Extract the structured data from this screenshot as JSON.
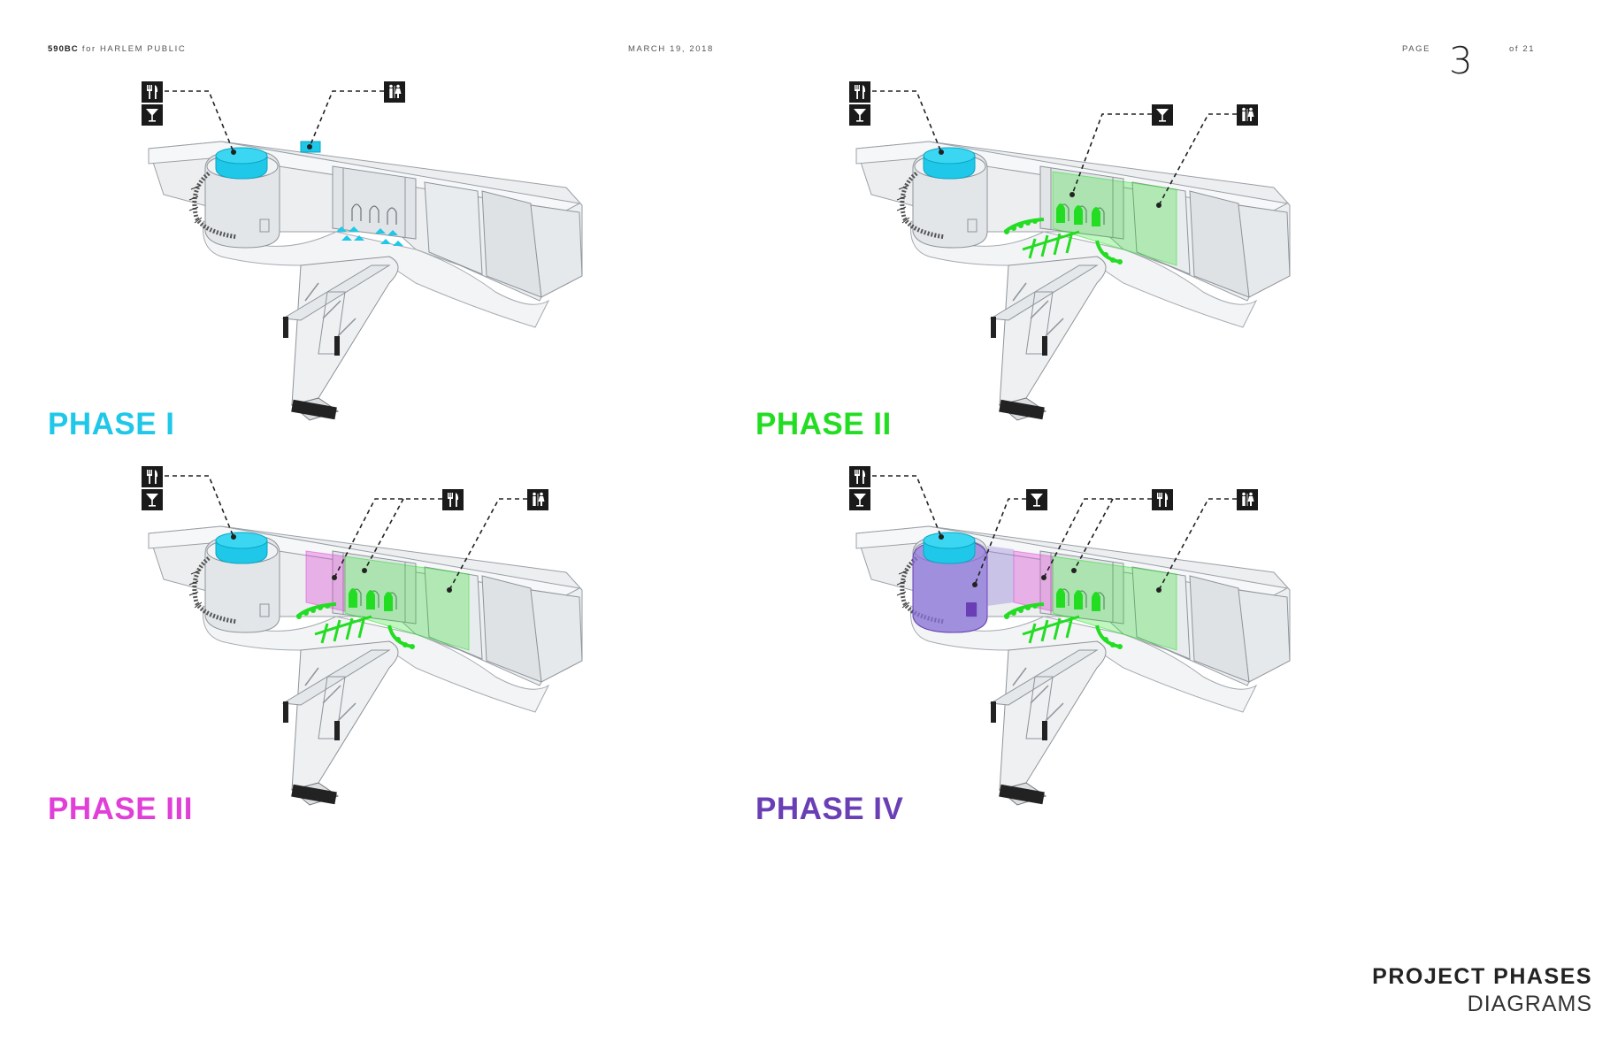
{
  "header": {
    "firm": "590BC",
    "client": "for HARLEM PUBLIC",
    "date": "MARCH 19, 2018",
    "page_label": "PAGE",
    "page_number": "3",
    "page_total": "of 21"
  },
  "footer": {
    "title": "PROJECT PHASES",
    "subtitle": "DIAGRAMS"
  },
  "colors": {
    "phase1": "#1fc8e8",
    "phase2": "#22dd22",
    "phase3": "#e040d8",
    "phase4": "#6a3fb5",
    "icon_bg": "#1a1a1a",
    "structure": "#e8eaec"
  },
  "phases": [
    {
      "label": "PHASE I",
      "icons": [
        "fork-knife-icon",
        "cocktail-icon",
        "restroom-icon"
      ]
    },
    {
      "label": "PHASE II",
      "icons": [
        "fork-knife-icon",
        "cocktail-icon",
        "cocktail-icon",
        "restroom-icon"
      ]
    },
    {
      "label": "PHASE III",
      "icons": [
        "fork-knife-icon",
        "cocktail-icon",
        "fork-knife-icon",
        "restroom-icon"
      ]
    },
    {
      "label": "PHASE IV",
      "icons": [
        "fork-knife-icon",
        "cocktail-icon",
        "cocktail-icon",
        "fork-knife-icon",
        "restroom-icon"
      ]
    }
  ]
}
